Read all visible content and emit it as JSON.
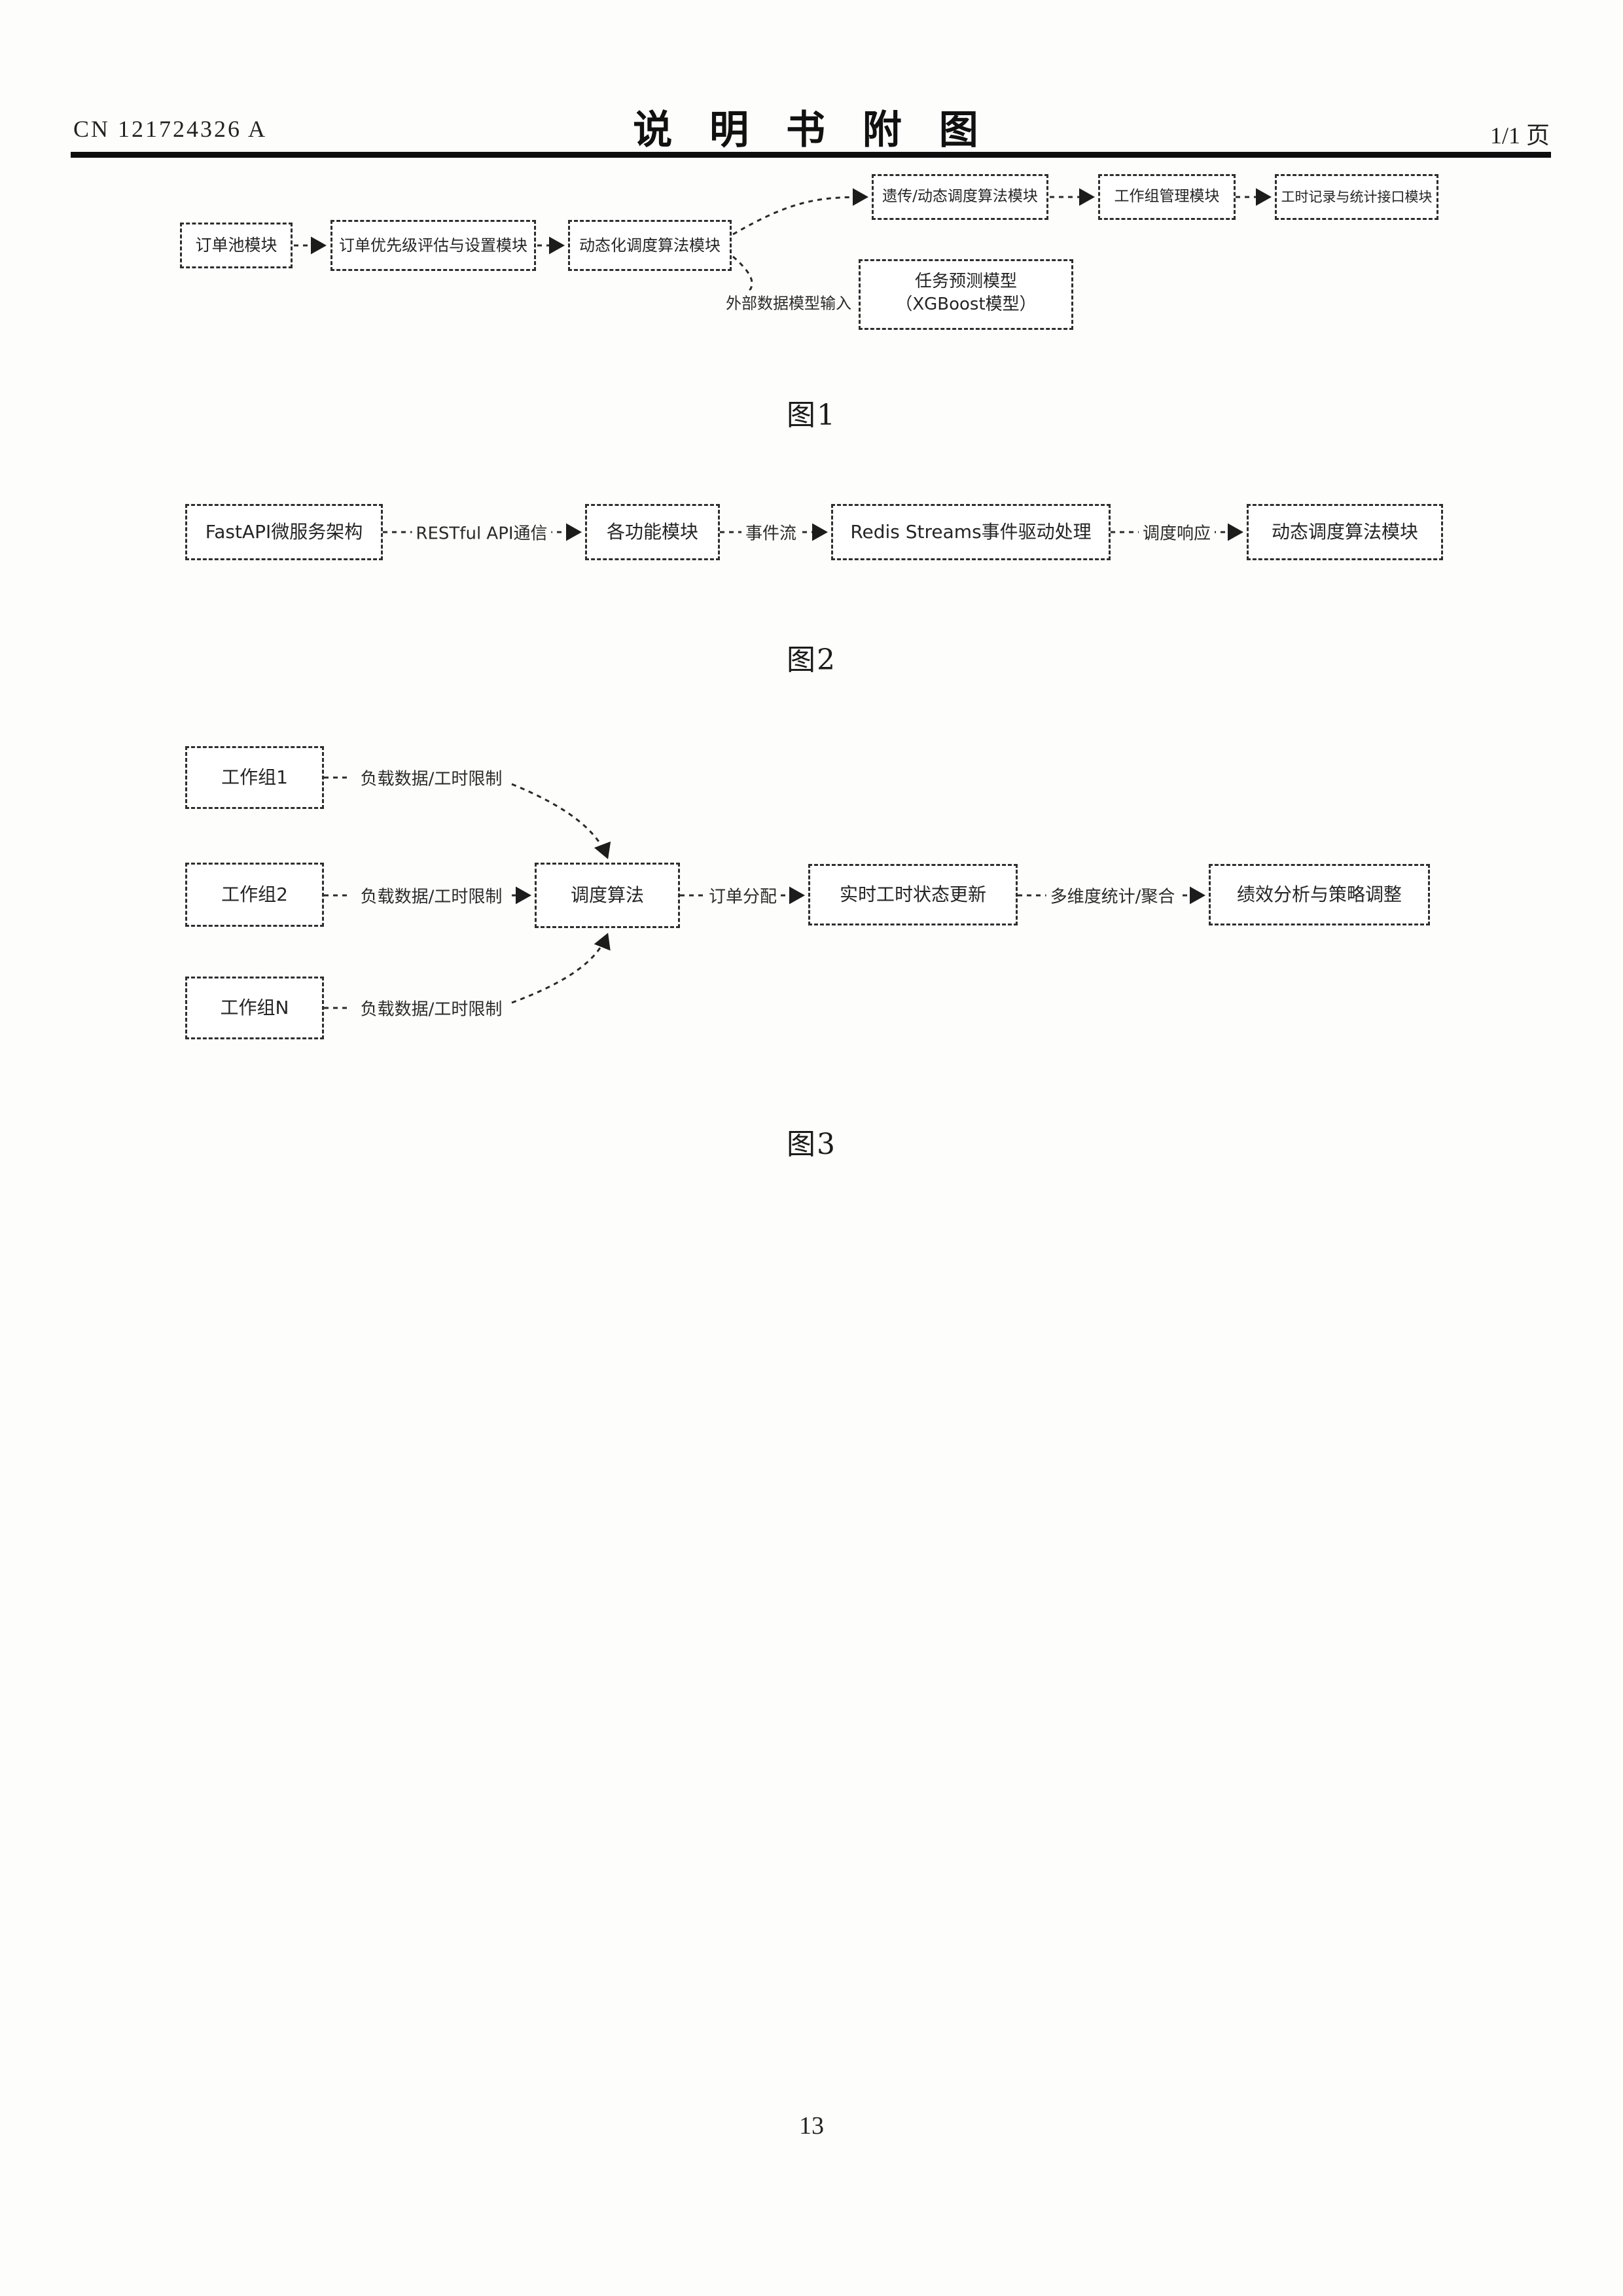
{
  "header": {
    "doc_number": "CN 121724326 A",
    "title": "说 明 书 附 图",
    "page_info": "1/1 页"
  },
  "footer": {
    "page_number": "13"
  },
  "fig1": {
    "caption": "图1",
    "order_pool": "订单池模块",
    "priority_module": "订单优先级评估与设置模块",
    "dynamic_opt_module": "动态化调度算法模块",
    "genetic_module": "遗传/动态调度算法模块",
    "workgroup_module": "工作组管理模块",
    "timesheet_module": "工时记录与统计接口模块",
    "predict_module": "任务预测模型（XGBoost模型）",
    "external_input_label": "外部数据模型输入"
  },
  "fig2": {
    "caption": "图2",
    "fastapi_box": "FastAPI微服务架构",
    "restful_label": "RESTful API通信",
    "modules_box": "各功能模块",
    "event_label": "事件流",
    "redis_box": "Redis Streams事件驱动处理",
    "response_label": "调度响应",
    "dynamic_algo_box": "动态调度算法模块"
  },
  "fig3": {
    "caption": "图3",
    "workgroup1": "工作组1",
    "workgroup2": "工作组2",
    "workgroupN": "工作组N",
    "load_label1": "负载数据/工时限制",
    "load_label2": "负载数据/工时限制",
    "load_labelN": "负载数据/工时限制",
    "scheduler_box": "调度算法",
    "assign_label": "订单分配",
    "realtime_box": "实时工时状态更新",
    "stats_label": "多维度统计/聚合",
    "performance_box": "绩效分析与策略调整"
  }
}
